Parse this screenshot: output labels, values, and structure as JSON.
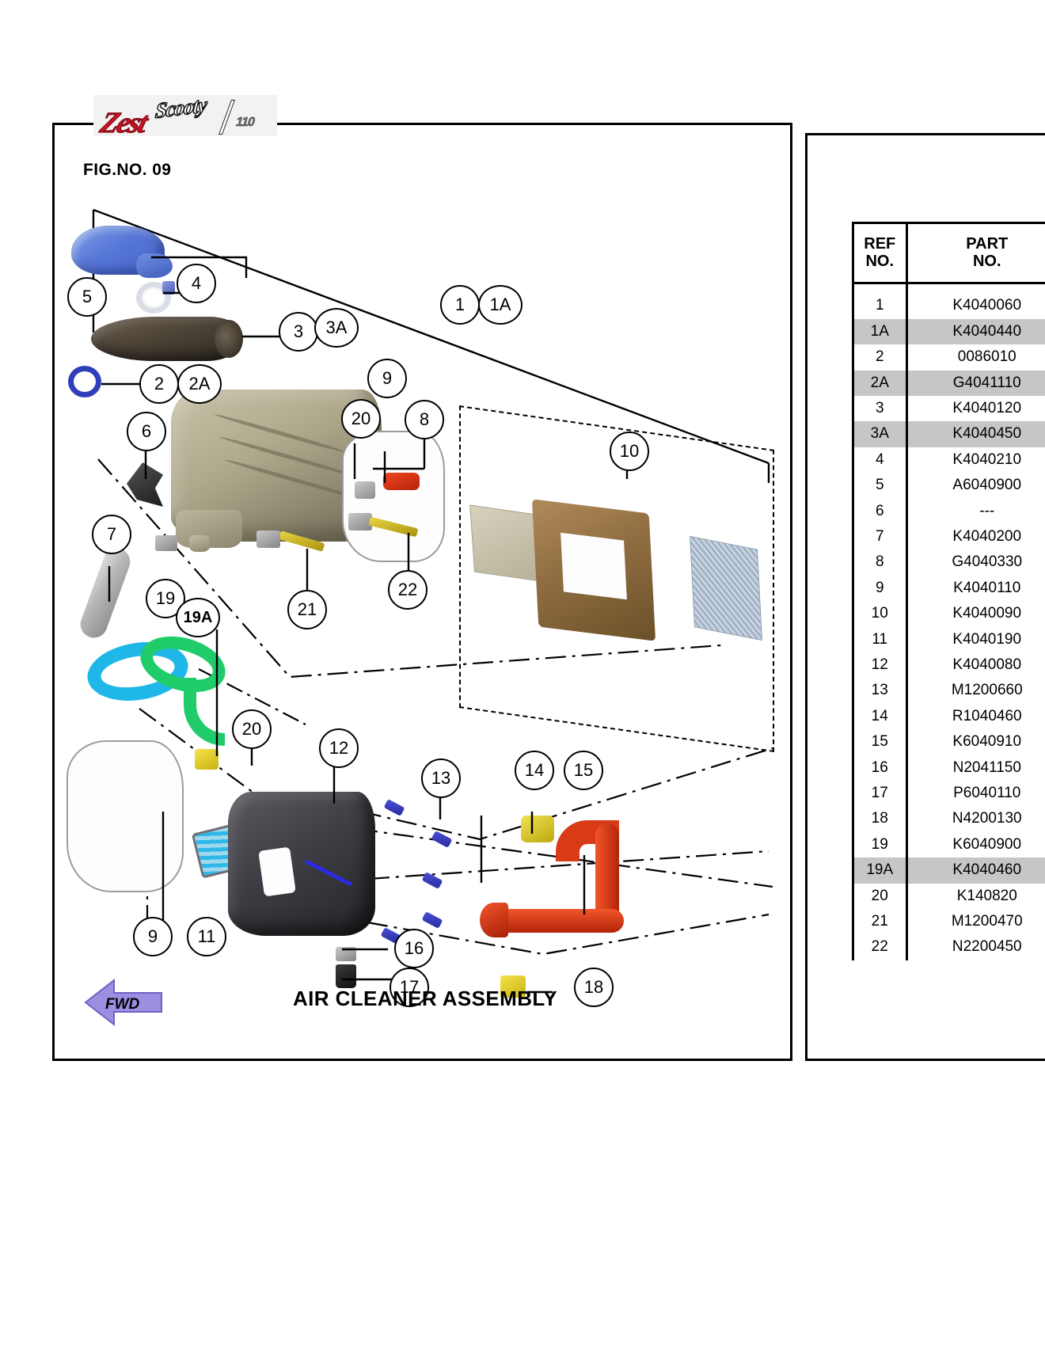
{
  "logo": {
    "script_text": "Scooty",
    "main_text": "Zest",
    "sub_text": "110"
  },
  "diagram": {
    "fig_label": "FIG.NO. 09",
    "assembly_title": "AIR CLEANER ASSEMBLY",
    "direction_marker": "FWD",
    "callouts": [
      {
        "id": "1",
        "label": "1"
      },
      {
        "id": "1A",
        "label": "1A"
      },
      {
        "id": "2",
        "label": "2"
      },
      {
        "id": "2A",
        "label": "2A"
      },
      {
        "id": "3",
        "label": "3"
      },
      {
        "id": "3A",
        "label": "3A"
      },
      {
        "id": "4",
        "label": "4"
      },
      {
        "id": "5",
        "label": "5"
      },
      {
        "id": "6",
        "label": "6"
      },
      {
        "id": "7",
        "label": "7"
      },
      {
        "id": "8",
        "label": "8"
      },
      {
        "id": "9u",
        "label": "9"
      },
      {
        "id": "9l",
        "label": "9"
      },
      {
        "id": "10",
        "label": "10"
      },
      {
        "id": "11",
        "label": "11"
      },
      {
        "id": "12",
        "label": "12"
      },
      {
        "id": "13",
        "label": "13"
      },
      {
        "id": "14",
        "label": "14"
      },
      {
        "id": "15",
        "label": "15"
      },
      {
        "id": "16",
        "label": "16"
      },
      {
        "id": "17",
        "label": "17"
      },
      {
        "id": "18",
        "label": "18"
      },
      {
        "id": "19",
        "label": "19"
      },
      {
        "id": "19A",
        "label": "19A"
      },
      {
        "id": "20u",
        "label": "20"
      },
      {
        "id": "20l",
        "label": "20"
      },
      {
        "id": "21",
        "label": "21"
      },
      {
        "id": "22",
        "label": "22"
      }
    ]
  },
  "parts_table": {
    "headers": {
      "ref_line1": "REF",
      "ref_line2": "NO.",
      "part_line1": "PART",
      "part_line2": "NO."
    },
    "rows": [
      {
        "ref": "1",
        "part": "K4040060",
        "alt": false
      },
      {
        "ref": "1A",
        "part": "K4040440",
        "alt": true
      },
      {
        "ref": "2",
        "part": "0086010",
        "alt": false
      },
      {
        "ref": "2A",
        "part": "G4041110",
        "alt": true
      },
      {
        "ref": "3",
        "part": "K4040120",
        "alt": false
      },
      {
        "ref": "3A",
        "part": "K4040450",
        "alt": true
      },
      {
        "ref": "4",
        "part": "K4040210",
        "alt": false
      },
      {
        "ref": "5",
        "part": "A6040900",
        "alt": false
      },
      {
        "ref": "6",
        "part": "---",
        "alt": false
      },
      {
        "ref": "7",
        "part": "K4040200",
        "alt": false
      },
      {
        "ref": "8",
        "part": "G4040330",
        "alt": false
      },
      {
        "ref": "9",
        "part": "K4040110",
        "alt": false
      },
      {
        "ref": "10",
        "part": "K4040090",
        "alt": false
      },
      {
        "ref": "11",
        "part": "K4040190",
        "alt": false
      },
      {
        "ref": "12",
        "part": "K4040080",
        "alt": false
      },
      {
        "ref": "13",
        "part": "M1200660",
        "alt": false
      },
      {
        "ref": "14",
        "part": "R1040460",
        "alt": false
      },
      {
        "ref": "15",
        "part": "K6040910",
        "alt": false
      },
      {
        "ref": "16",
        "part": "N2041150",
        "alt": false
      },
      {
        "ref": "17",
        "part": "P6040110",
        "alt": false
      },
      {
        "ref": "18",
        "part": "N4200130",
        "alt": false
      },
      {
        "ref": "19",
        "part": "K6040900",
        "alt": false
      },
      {
        "ref": "19A",
        "part": "K4040460",
        "alt": true
      },
      {
        "ref": "20",
        "part": "K140820",
        "alt": false
      },
      {
        "ref": "21",
        "part": "M1200470",
        "alt": false
      },
      {
        "ref": "22",
        "part": "N2200450",
        "alt": false
      }
    ]
  }
}
